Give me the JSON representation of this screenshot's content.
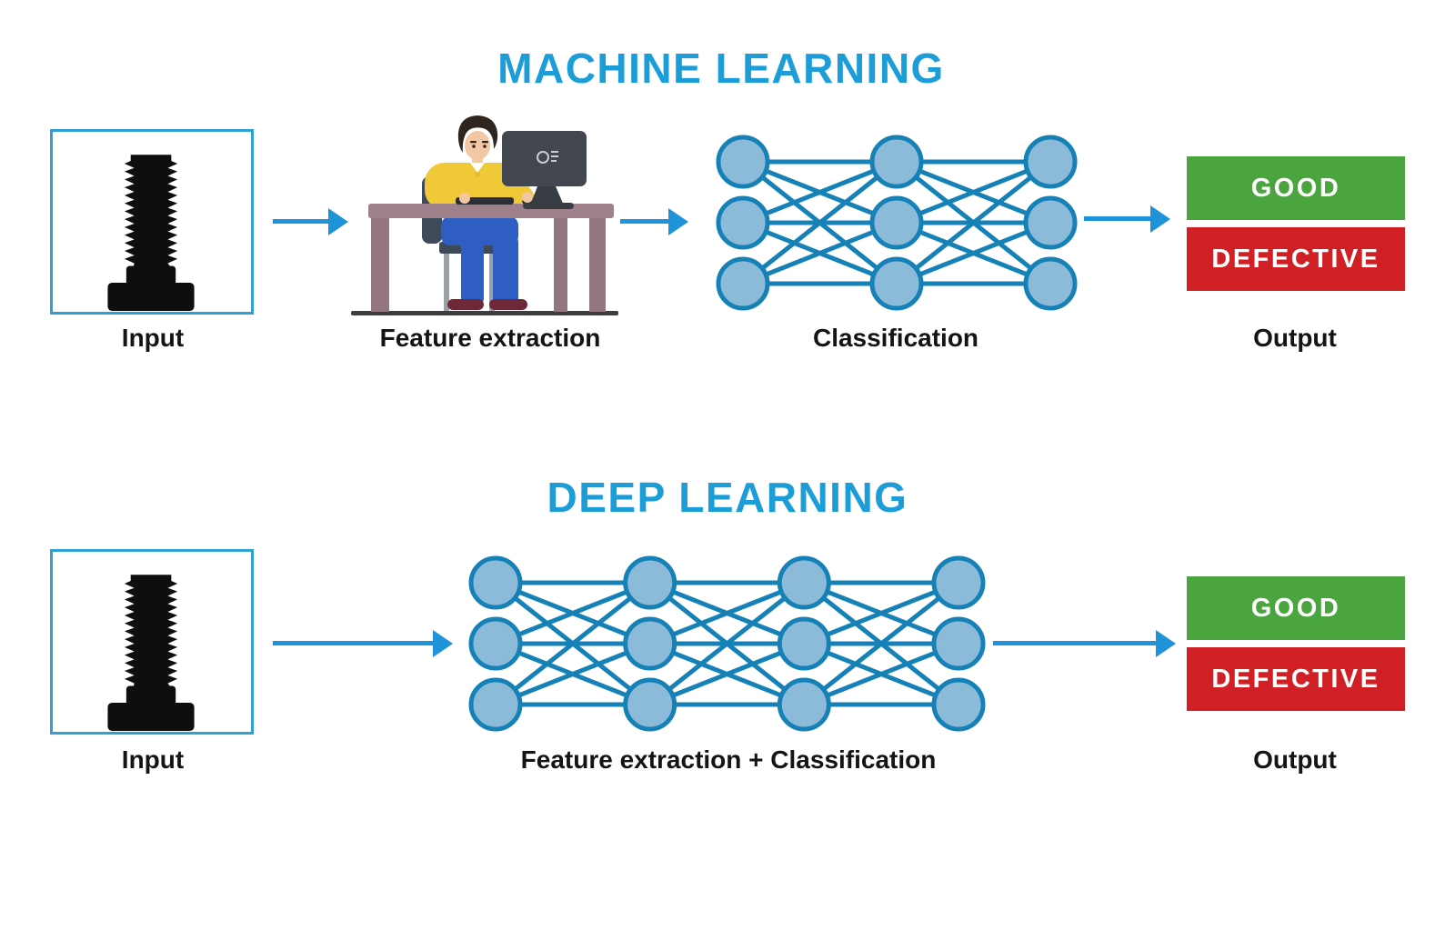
{
  "diagram": {
    "sections": [
      {
        "id": "ml",
        "title": "MACHINE LEARNING",
        "stages": [
          {
            "label": "Input",
            "type": "image",
            "image": "bolt-silhouette"
          },
          {
            "label": "Feature extraction",
            "type": "illustration",
            "illustration": "person-at-computer-desk"
          },
          {
            "label": "Classification",
            "type": "neural-network",
            "layers": [
              3,
              3,
              3
            ]
          },
          {
            "label": "Output",
            "type": "results",
            "results": [
              "GOOD",
              "DEFECTIVE"
            ]
          }
        ]
      },
      {
        "id": "dl",
        "title": "DEEP LEARNING",
        "stages": [
          {
            "label": "Input",
            "type": "image",
            "image": "bolt-silhouette"
          },
          {
            "label": "Feature extraction + Classification",
            "type": "neural-network",
            "layers": [
              3,
              3,
              3,
              3
            ]
          },
          {
            "label": "Output",
            "type": "results",
            "results": [
              "GOOD",
              "DEFECTIVE"
            ]
          }
        ]
      }
    ],
    "colors": {
      "title_blue": "#1d9dd8",
      "arrow_blue": "#1e93d8",
      "node_fill": "#8cbbd9",
      "node_stroke": "#1681b6",
      "good_green": "#4ba53e",
      "defective_red": "#d11f26",
      "input_border_blue": "#2f9fd4",
      "label_black": "#141414"
    }
  }
}
